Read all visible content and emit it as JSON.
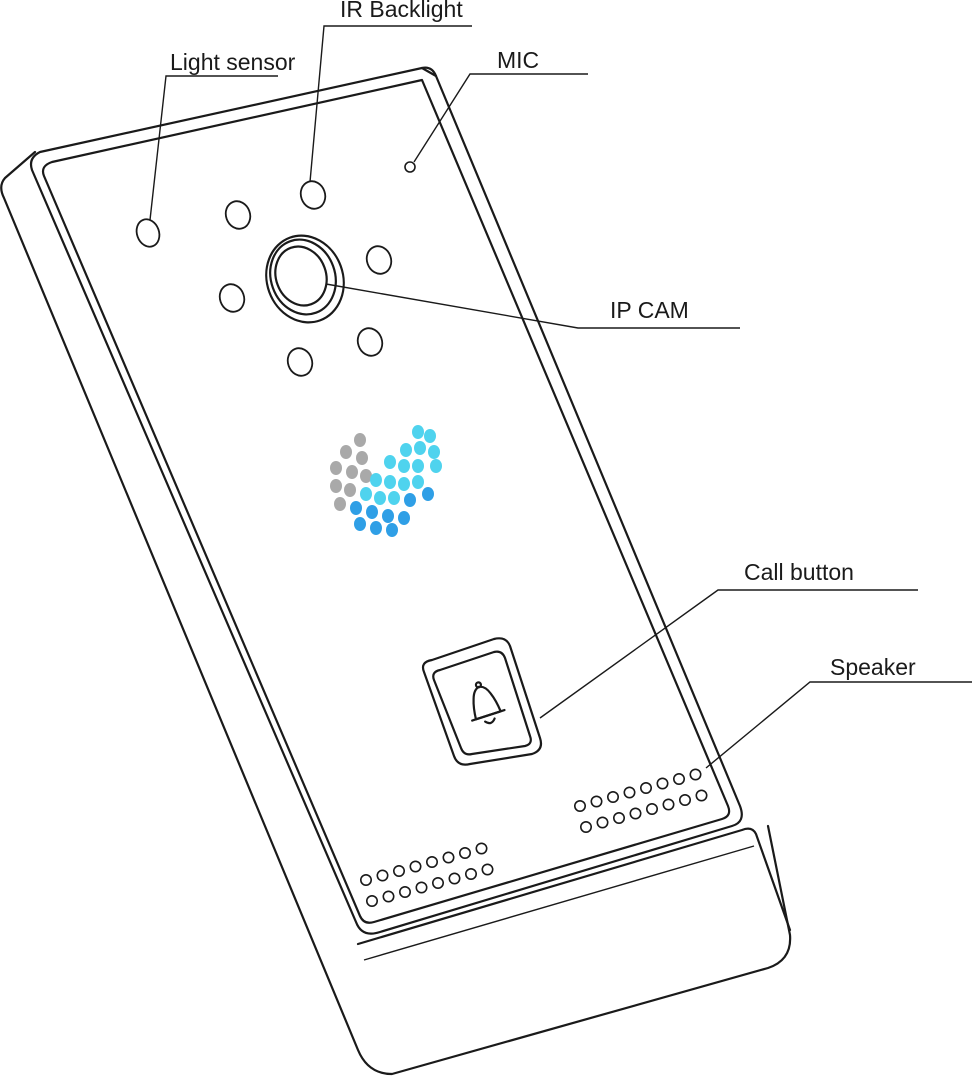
{
  "labels": {
    "light_sensor": "Light sensor",
    "ir_backlight": "IR Backlight",
    "mic": "MIC",
    "ip_cam": "IP CAM",
    "call_button": "Call button",
    "speaker": "Speaker"
  },
  "icons": {
    "call_button": "bell-icon",
    "logo": "dotted-sphere-logo"
  },
  "colors": {
    "line": "#1a1a1a",
    "logo_gray": "#a9a9a9",
    "logo_cyan": "#4fd3ee",
    "logo_blue": "#2f9fe6"
  }
}
